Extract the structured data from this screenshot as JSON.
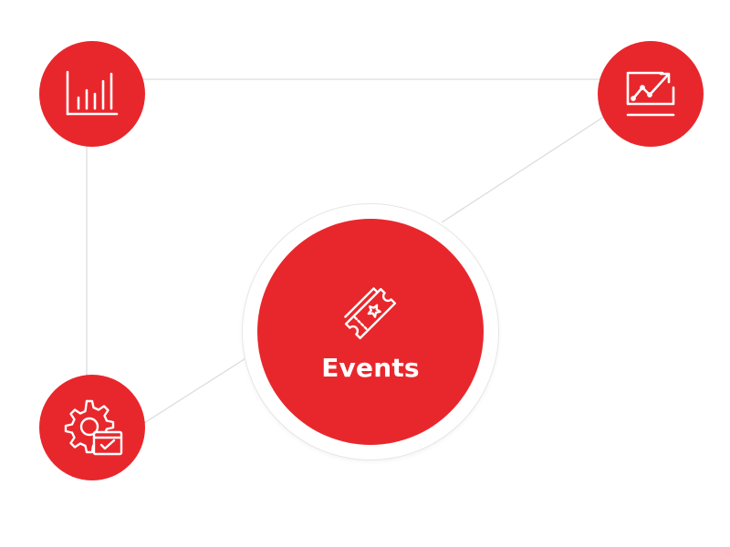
{
  "diagram": {
    "center": {
      "label": "Events",
      "icon": "ticket-icon"
    },
    "satellites": [
      {
        "id": "analytics",
        "icon": "bar-chart-icon"
      },
      {
        "id": "growth",
        "icon": "trending-up-monitor-icon"
      },
      {
        "id": "settings",
        "icon": "gear-checklist-icon"
      }
    ]
  },
  "colors": {
    "accent": "#e8272c",
    "line": "#dedede",
    "ring": "#e6e6e6"
  }
}
